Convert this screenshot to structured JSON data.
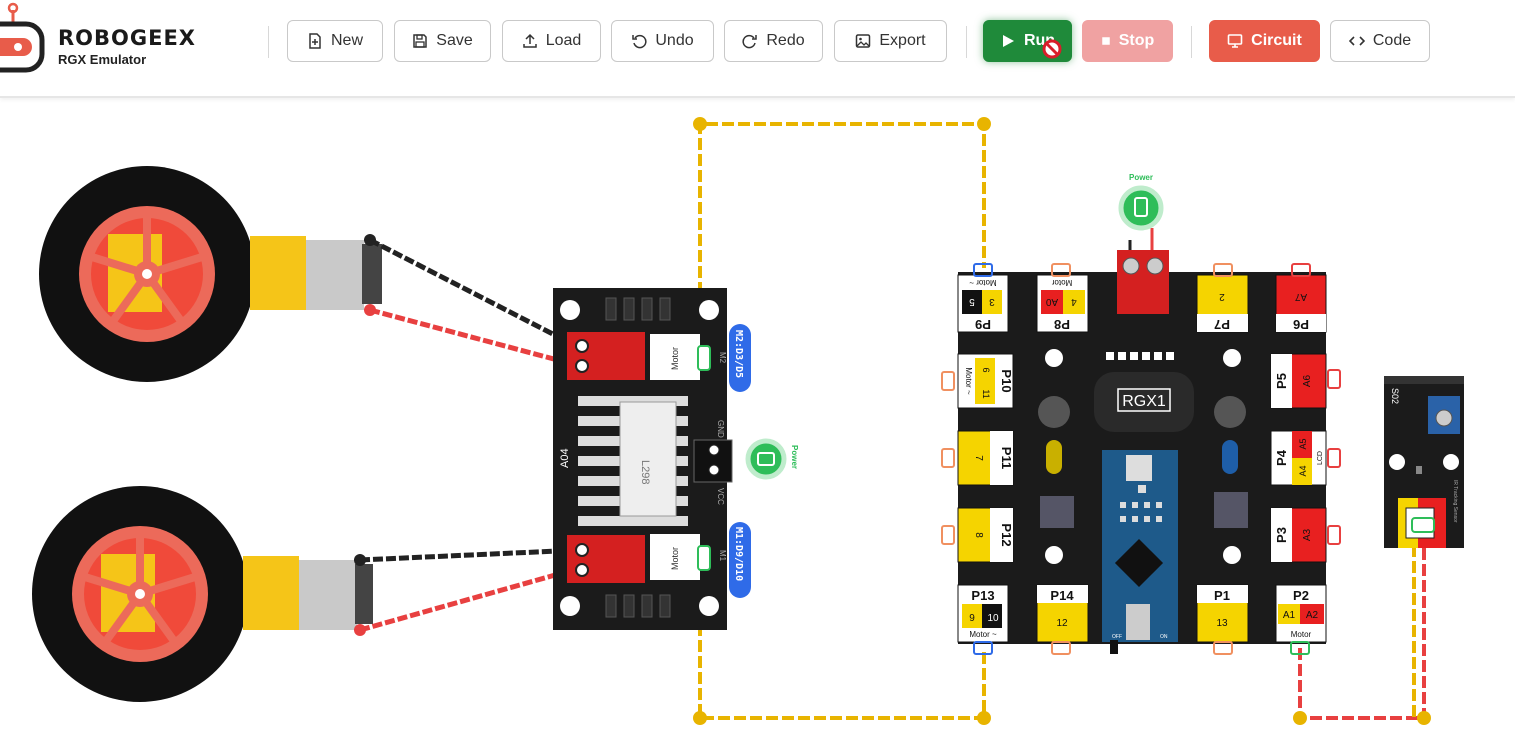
{
  "app": {
    "brand": "ROBOGEEX",
    "tagline": "RGX Emulator"
  },
  "toolbar": {
    "new_label": "New",
    "save_label": "Save",
    "load_label": "Load",
    "undo_label": "Undo",
    "redo_label": "Redo",
    "export_label": "Export",
    "run_label": "Run",
    "stop_label": "Stop",
    "circuit_label": "Circuit",
    "code_label": "Code"
  },
  "colors": {
    "wire_yellow": "#e8b400",
    "wire_red": "#e84040",
    "board": "#1b1b1b",
    "run_green": "#1f8a3a",
    "circuit_red": "#e85c4a"
  },
  "motor_driver": {
    "name": "A04",
    "chip": "L298",
    "port_m2": "M2:D3/D5",
    "port_m1": "M1:D9/D10",
    "m2_label": "M2",
    "m1_label": "M1",
    "motor_label": "Motor",
    "gnd": "GND",
    "vcc": "VCC",
    "power_label": "Power"
  },
  "controller": {
    "name": "RGX1",
    "power_label": "Power",
    "off": "OFF",
    "on": "ON",
    "lcd": "LCD",
    "motor": "Motor",
    "motor_tilde": "Motor ~",
    "ports": {
      "p9": "P9",
      "p9_pins": [
        "5",
        "3"
      ],
      "p8": "P8",
      "p8_pins": [
        "A0",
        "4"
      ],
      "p7": "P7",
      "p7_pin": "2",
      "p6": "P6",
      "p6_pin": "A7",
      "p10": "P10",
      "p10_pins": [
        "6",
        "11"
      ],
      "p11": "P11",
      "p11_pin": "7",
      "p12": "P12",
      "p12_pin": "8",
      "p5": "P5",
      "p5_pin": "A6",
      "p4": "P4",
      "p4_pins": [
        "A4",
        "A5"
      ],
      "p3": "P3",
      "p3_pin": "A3",
      "p13": "P13",
      "p13_pins": [
        "9",
        "10"
      ],
      "p14": "P14",
      "p14_pin": "12",
      "p1": "P1",
      "p1_pin": "13",
      "p2": "P2",
      "p2_pins": [
        "A1",
        "A2"
      ]
    }
  },
  "sensor": {
    "name": "S02",
    "desc": "IR Tracking Sensor"
  }
}
